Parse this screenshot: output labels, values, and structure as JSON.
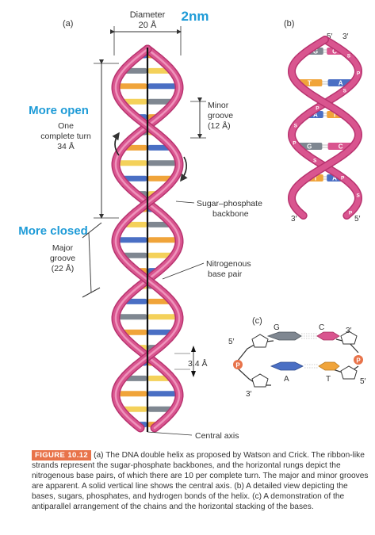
{
  "panel_a_label": "(a)",
  "panel_b_label": "(b)",
  "panel_c_label": "(c)",
  "diameter": {
    "line1": "Diameter",
    "line2": "20 Å"
  },
  "annotation_2nm": "2nm",
  "annotation_more_open": "More open",
  "annotation_more_closed": "More closed",
  "turn_label": {
    "line1": "One",
    "line2": "complete turn",
    "line3": "34 Å"
  },
  "minor_groove": {
    "line1": "Minor",
    "line2": "groove",
    "line3": "(12 Å)"
  },
  "major_groove": {
    "line1": "Major",
    "line2": "groove",
    "line3": "(22 Å)"
  },
  "backbone_label": {
    "line1": "Sugar–phosphate",
    "line2": "backbone"
  },
  "base_pair_label": {
    "line1": "Nitrogenous",
    "line2": "base pair"
  },
  "rise_label": "3.4 Å",
  "central_axis_label": "Central axis",
  "panel_b": {
    "end_top_left": "5′",
    "end_top_right": "3′",
    "end_bottom_left": "3′",
    "end_bottom_right": "5′",
    "bases": [
      "G",
      "C",
      "T",
      "A",
      "A",
      "T",
      "G",
      "C",
      "T",
      "A"
    ],
    "strand_letters": [
      "S",
      "P",
      "S",
      "P"
    ]
  },
  "panel_c": {
    "end_5_top": "5′",
    "end_3_top": "3′",
    "end_3_bottom": "3′",
    "end_5_bottom": "5′",
    "base_g": "G",
    "base_c": "C",
    "base_a": "A",
    "base_t": "T",
    "phosphate": "P"
  },
  "caption": {
    "tag": "FIGURE 10.12",
    "text": "(a) The DNA double helix as proposed by Watson and Crick. The ribbon-like strands represent the sugar-phosphate backbones, and the horizontal rungs depict the nitrogenous base pairs, of which there are 10 per complete turn. The major and minor grooves are apparent. A solid vertical line shows the central axis. (b) A detailed view depicting the bases, sugars, phosphates, and hydrogen bonds of the helix. (c) A demonstration of the antiparallel arrangement of the chains and the horizontal stacking of the bases."
  },
  "colors": {
    "ribbon": "#d9558f",
    "ribbon_dark": "#b8336f",
    "ribbon_light": "#f2a3c6",
    "rung_blue": "#4a6fc4",
    "rung_grey": "#7f8791",
    "rung_orange": "#f0a43a",
    "rung_yellow": "#f4d15a",
    "accent_blue": "#1e9bd7",
    "phosphate_orange": "#e8734a"
  }
}
